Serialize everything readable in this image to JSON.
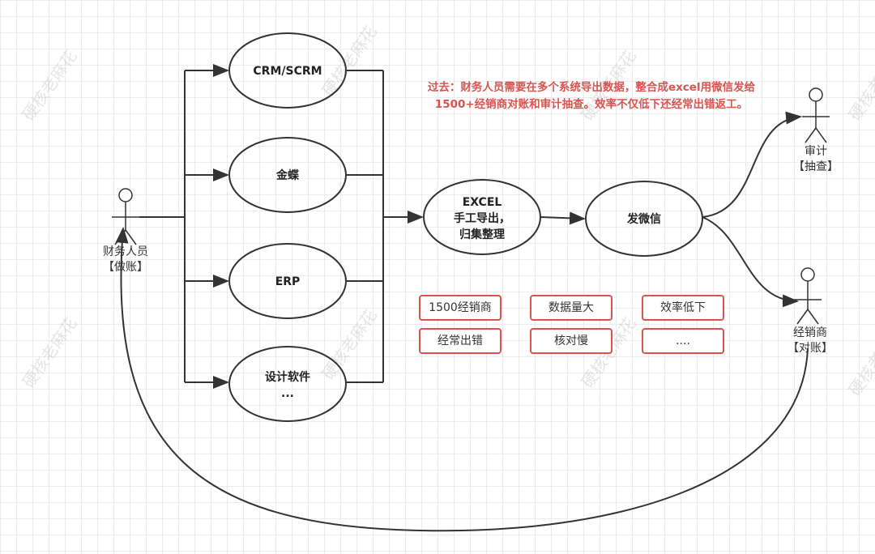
{
  "watermark": "硬核老麻花",
  "note": {
    "line1": "过去：财务人员需要在多个系统导出数据，整合成excel用微信发给",
    "line2": "1500+经销商对账和审计抽查。效率不仅低下还经常出错返工。",
    "color": "#d9534f"
  },
  "actors": {
    "finance": {
      "name": "财务人员",
      "role": "【做账】"
    },
    "audit": {
      "name": "审计",
      "role": "【抽查】"
    },
    "dealer": {
      "name": "经销商",
      "role": "【对账】"
    }
  },
  "systems": [
    "CRM/SCRM",
    "金蝶",
    "ERP",
    "设计软件",
    "..."
  ],
  "excel": [
    "EXCEL",
    "手工导出，",
    "归集整理"
  ],
  "wechat": "发微信",
  "issues": [
    "1500经销商",
    "数据量大",
    "效率低下",
    "经常出错",
    "核对慢",
    "...."
  ]
}
